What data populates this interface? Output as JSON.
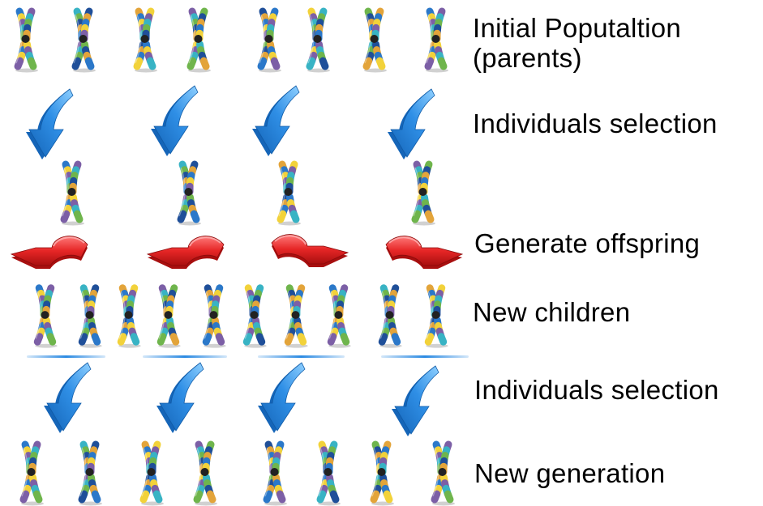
{
  "labels": {
    "initial_line1": "Initial Poputaltion",
    "initial_line2": "(parents)",
    "selection_1": "Individuals selection",
    "generate_offspring": "Generate offspring",
    "new_children": "New children",
    "selection_2": "Individuals selection",
    "new_generation": "New generation"
  },
  "rows": {
    "initial_population": {
      "count": 8
    },
    "selected_parents": {
      "count": 4
    },
    "new_children": {
      "count": 10
    },
    "new_generation": {
      "count": 8
    }
  },
  "colors": {
    "chromosome_bands": [
      "#2b78c9",
      "#f2d23a",
      "#7c5fa6",
      "#38b3c4",
      "#6fb54c",
      "#1f4f99",
      "#e3a43a"
    ],
    "chromosome_centromere": "#222222",
    "selection_arrow": "#2f8fe6",
    "selection_arrow_dark": "#1565b8",
    "offspring_arrow": "#e62626",
    "offspring_arrow_dark": "#a80f0f",
    "divider": "#2b8ae2"
  },
  "icons": {
    "chromosome": "chromosome-icon",
    "selection_arrow": "down-arrow-icon",
    "offspring_arrow": "curved-arrow-icon"
  }
}
